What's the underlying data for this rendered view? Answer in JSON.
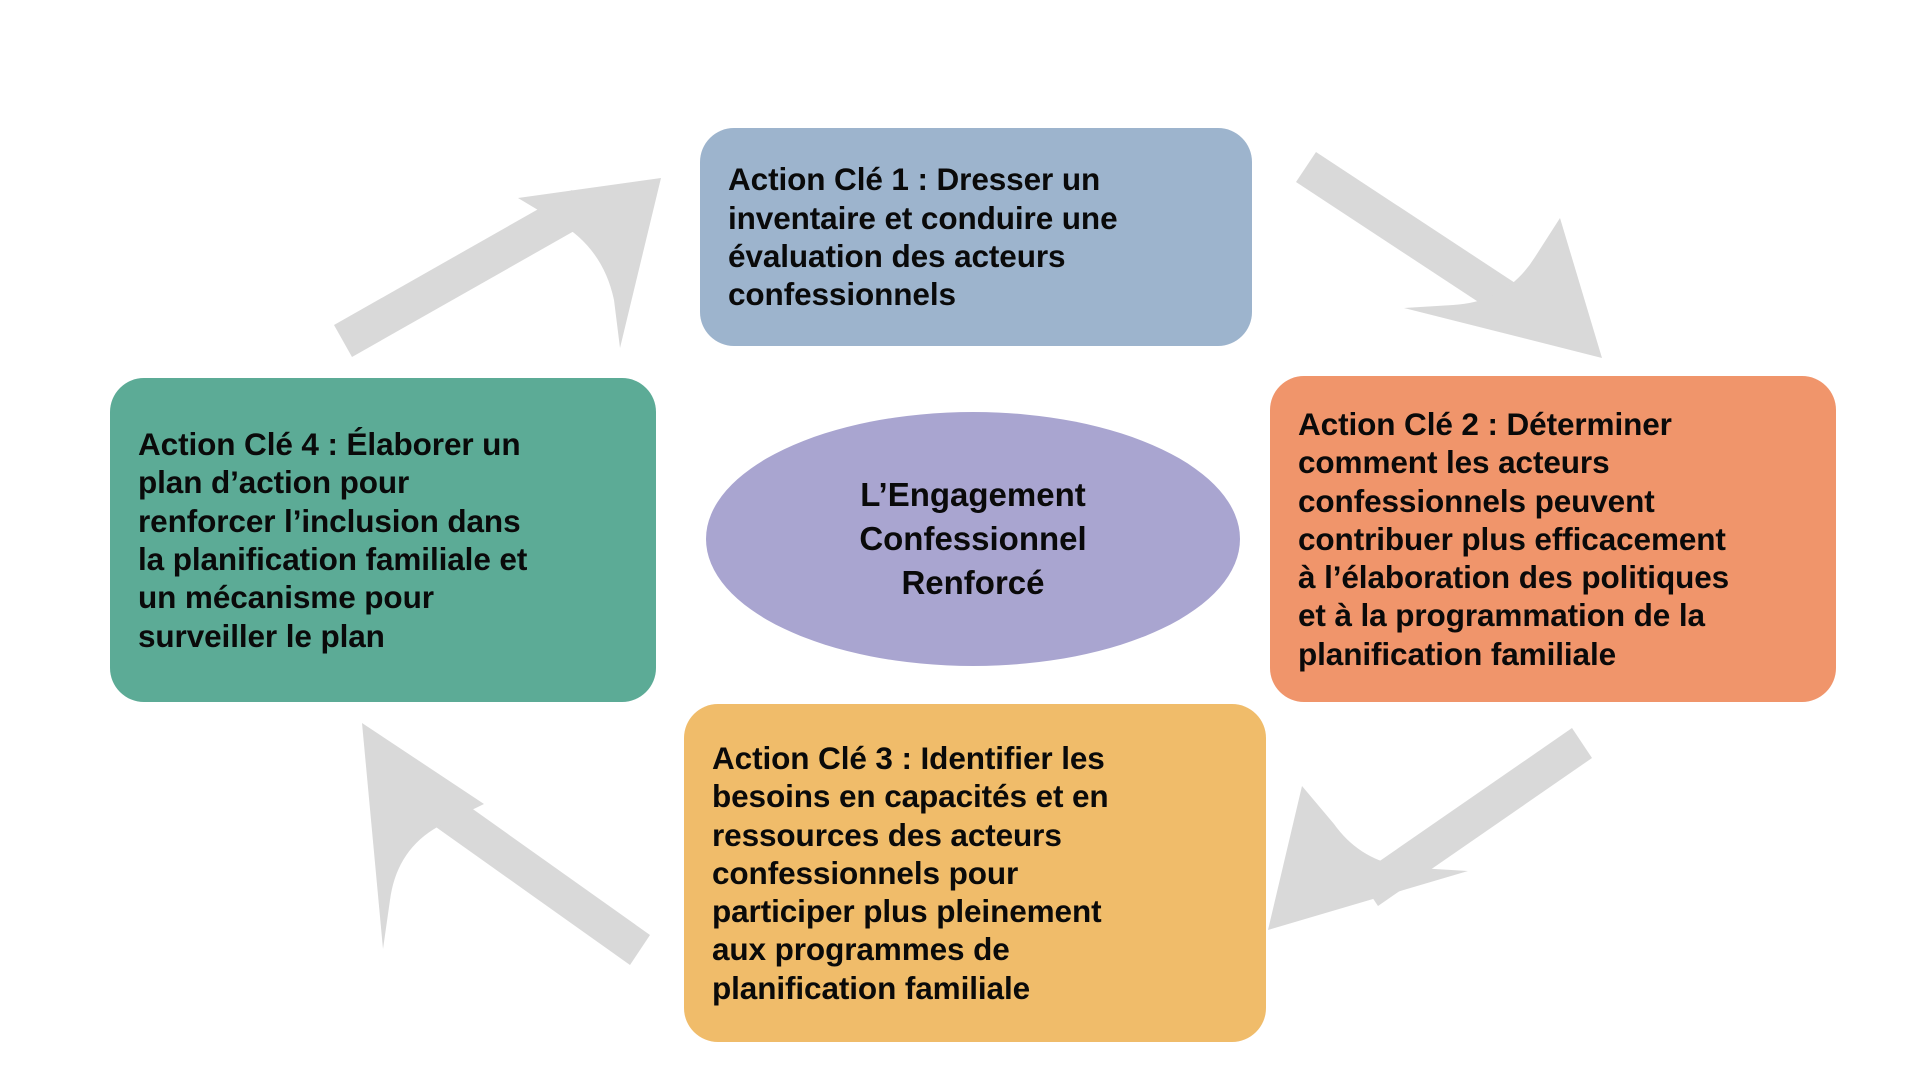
{
  "diagram": {
    "type": "cycle",
    "center": {
      "name": "center-node",
      "text": "L’Engagement\nConfessionnel\nRenforcé",
      "color": "#a9a5d0",
      "shape": "ellipse"
    },
    "nodes": [
      {
        "id": "node-1",
        "position": "top",
        "text": "Action Clé 1 : Dresser un\ninventaire et conduire une\névaluation des acteurs\nconfessionnels",
        "color": "#9db4cd"
      },
      {
        "id": "node-2",
        "position": "right",
        "text": "Action Clé 2 : Déterminer\ncomment les acteurs\nconfessionnels peuvent\ncontribuer plus efficacement\nà l’élaboration des politiques\net à la programmation de la\nplanification familiale",
        "color": "#f0956b"
      },
      {
        "id": "node-3",
        "position": "bottom",
        "text": "Action Clé 3 : Identifier les\nbesoins en capacités et en\nressources des acteurs\nconfessionnels pour\nparticiper plus pleinement\naux programmes de\nplanification familiale",
        "color": "#f0bc6a"
      },
      {
        "id": "node-4",
        "position": "left",
        "text": "Action Clé 4 : Élaborer un\nplan d’action pour\nrenforcer l’inclusion dans\nla planification familiale et\nun mécanisme pour\nsurveiller le plan",
        "color": "#5cab96"
      }
    ],
    "arrows": [
      {
        "id": "arrow-1-to-2",
        "from": "node-1",
        "to": "node-2",
        "direction": "down-right",
        "color": "#d9d9d9"
      },
      {
        "id": "arrow-2-to-3",
        "from": "node-2",
        "to": "node-3",
        "direction": "down-left",
        "color": "#d9d9d9"
      },
      {
        "id": "arrow-3-to-4",
        "from": "node-3",
        "to": "node-4",
        "direction": "up-left",
        "color": "#d9d9d9"
      },
      {
        "id": "arrow-4-to-1",
        "from": "node-4",
        "to": "node-1",
        "direction": "up-right",
        "color": "#d9d9d9"
      }
    ],
    "background": "#ffffff"
  }
}
